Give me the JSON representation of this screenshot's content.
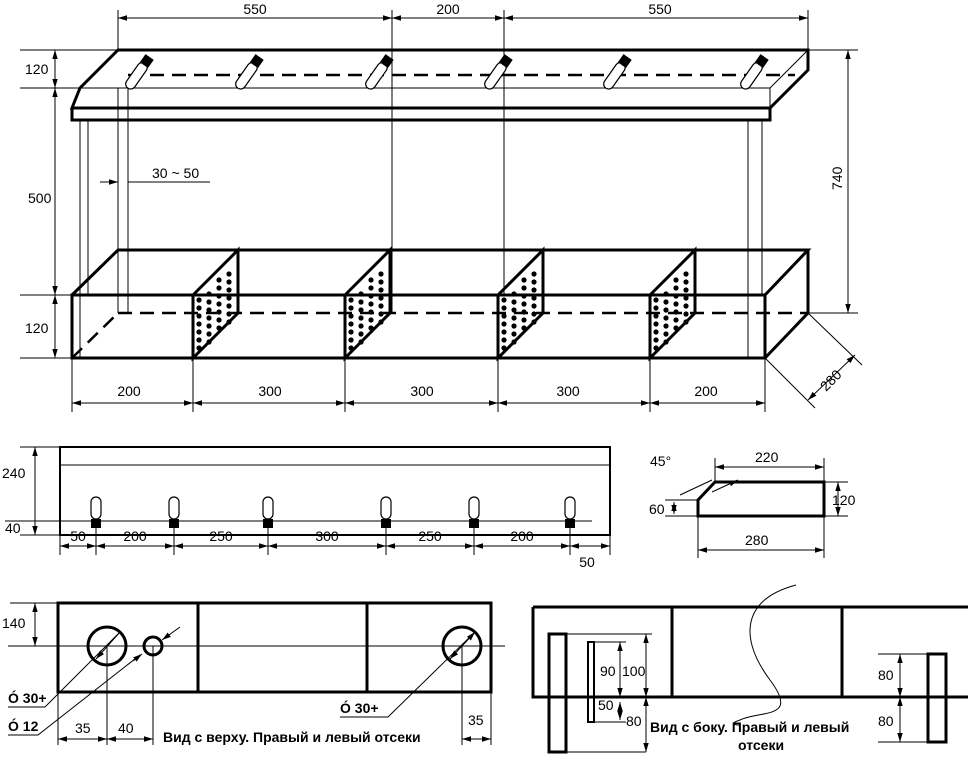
{
  "iso": {
    "top": [
      "550",
      "200",
      "550"
    ],
    "left": [
      "120",
      "500",
      "120"
    ],
    "gap": "30 ~ 50",
    "height": "740",
    "depth": "280",
    "bottom": [
      "200",
      "300",
      "300",
      "300",
      "200"
    ]
  },
  "front": {
    "height": "240",
    "base": "40",
    "spacing": [
      "50",
      "200",
      "250",
      "300",
      "250",
      "200",
      "50"
    ]
  },
  "profile": {
    "angle": "45°",
    "top": "220",
    "bottom": "280",
    "right": "120",
    "left": "60"
  },
  "topview": {
    "height": "140",
    "hole1": "Ó 30+",
    "hole2": "Ó 12",
    "hole3": "Ó 30+",
    "d1": "35",
    "d2": "40",
    "d3": "35",
    "caption": "Вид с верху. Правый и левый отсеки"
  },
  "sideview": {
    "d90": "90",
    "d100": "100",
    "d50": "50",
    "d80a": "80",
    "d80b": "80",
    "d80c": "80",
    "caption1": "Вид с боку. Правый и левый",
    "caption2": "отсеки"
  }
}
